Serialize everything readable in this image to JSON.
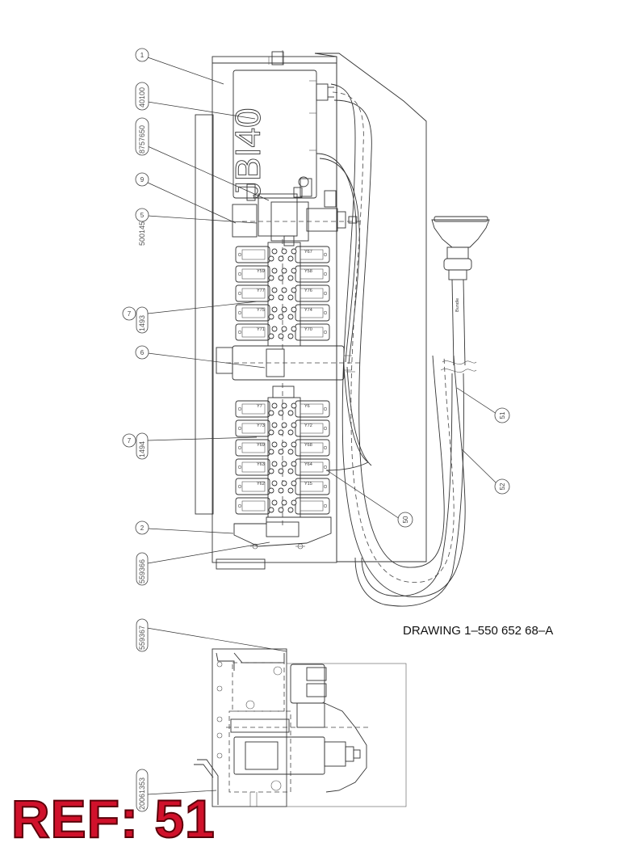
{
  "drawing_number": "DRAWING 1–550 652 68–A",
  "ref_label": "REF: 51",
  "module_marking": "JBI40",
  "callouts": {
    "c1": "1",
    "c40100": "40100",
    "c8757650": "8757650",
    "c9": "9",
    "c5": "5",
    "c6": "6",
    "c7a": "7",
    "c7b": "7",
    "c2": "2",
    "c50": "50",
    "c51": "51",
    "c52": "52"
  },
  "vertical_labels": {
    "v500145": "500145",
    "v1493": "1493",
    "v1494": "1494",
    "v5593": "559366",
    "v5596": "559367",
    "v2006": "20061353"
  },
  "valve_labels": {
    "upper": [
      "Y67",
      "Y59",
      "Y58",
      "Y77",
      "Y76",
      "Y75",
      "Y74",
      "Y71",
      "Y70"
    ],
    "lower": [
      "Y7",
      "Y6",
      "Y73",
      "Y72",
      "Y69",
      "Y68",
      "Y63",
      "Y64",
      "Y62",
      "Y15"
    ]
  },
  "cable_marking": "Bundle"
}
